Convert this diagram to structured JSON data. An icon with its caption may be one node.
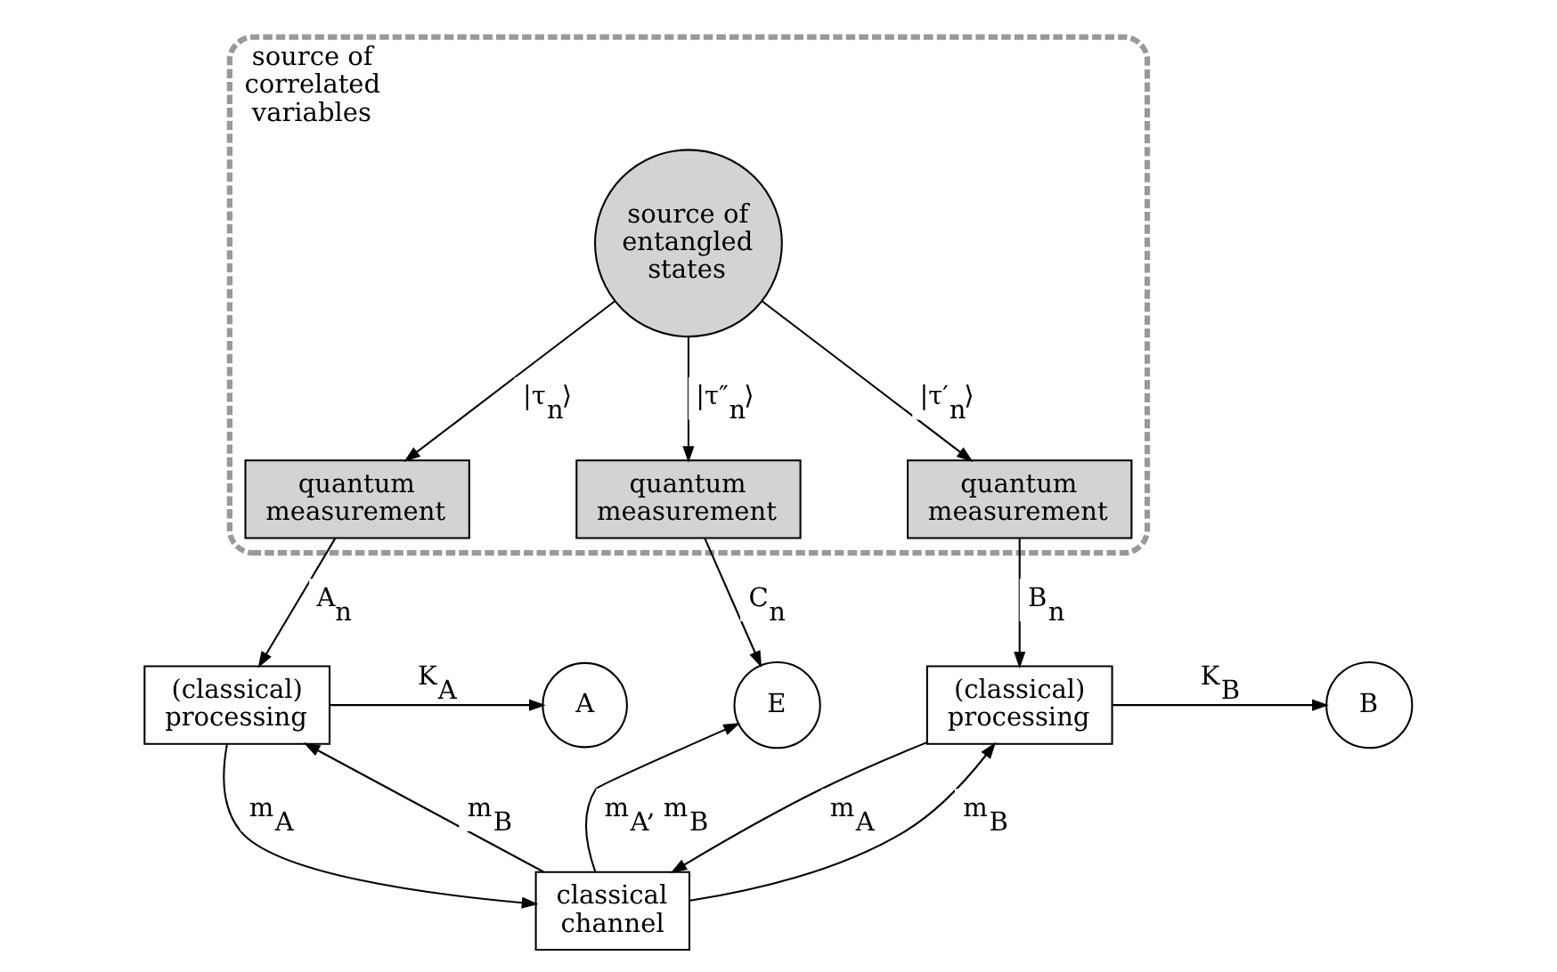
{
  "diagram": {
    "nodes": [
      {
        "text": [
          "source of correlated variables"
        ]
      },
      {
        "text": [
          "source of entangled states"
        ],
        "in": 0
      },
      {
        "text": [
          "quantum measurement"
        ],
        "in": 0
      },
      {
        "text": [
          "quantum measurement"
        ],
        "in": 0
      },
      {
        "text": [
          "quantum measurement"
        ],
        "in": 0
      },
      {
        "text": [
          "(classical) processing"
        ]
      },
      {
        "text": [
          "A"
        ]
      },
      {
        "text": [
          "E"
        ]
      },
      {
        "text": [
          "(classical) processing"
        ]
      },
      {
        "text": [
          "B"
        ]
      },
      {
        "text": [
          "classical channel"
        ]
      }
    ],
    "edges": [
      {
        "from": 1,
        "to": 2,
        "arrow": "to",
        "label": "|τ$_{n}$⟩"
      },
      {
        "from": 1,
        "to": 3,
        "arrow": "to",
        "label": "|τ″$_{n}$⟩"
      },
      {
        "from": 1,
        "to": 4,
        "arrow": "to",
        "label": "|τ′$_{n}$⟩"
      },
      {
        "from": 2,
        "to": 5,
        "arrow": "to",
        "label": "A$_{n}$"
      },
      {
        "from": 3,
        "to": 7,
        "arrow": "to",
        "label": "C$_{n}$"
      },
      {
        "from": 4,
        "to": 8,
        "arrow": "to",
        "label": "B$_{n}$"
      },
      {
        "from": 5,
        "to": 6,
        "arrow": "to",
        "label": "K$_{A}$"
      },
      {
        "from": 8,
        "to": 9,
        "arrow": "to",
        "label": "K$_{B}$"
      },
      {
        "from": 10,
        "to": 7,
        "arrow": "to",
        "label": "m$_{A}$, m$_{B}$"
      },
      {
        "from": 5,
        "to": 10,
        "arrow": "to",
        "label": "m$_{A}$"
      },
      {
        "from": 10,
        "to": 5,
        "arrow": "to",
        "label": "m$_{B}$"
      },
      {
        "from": 10,
        "to": 8,
        "arrow": "to",
        "label": "m$_{B}$"
      },
      {
        "from": 8,
        "to": 10,
        "arrow": "to",
        "label": "m$_{A}$"
      }
    ]
  }
}
